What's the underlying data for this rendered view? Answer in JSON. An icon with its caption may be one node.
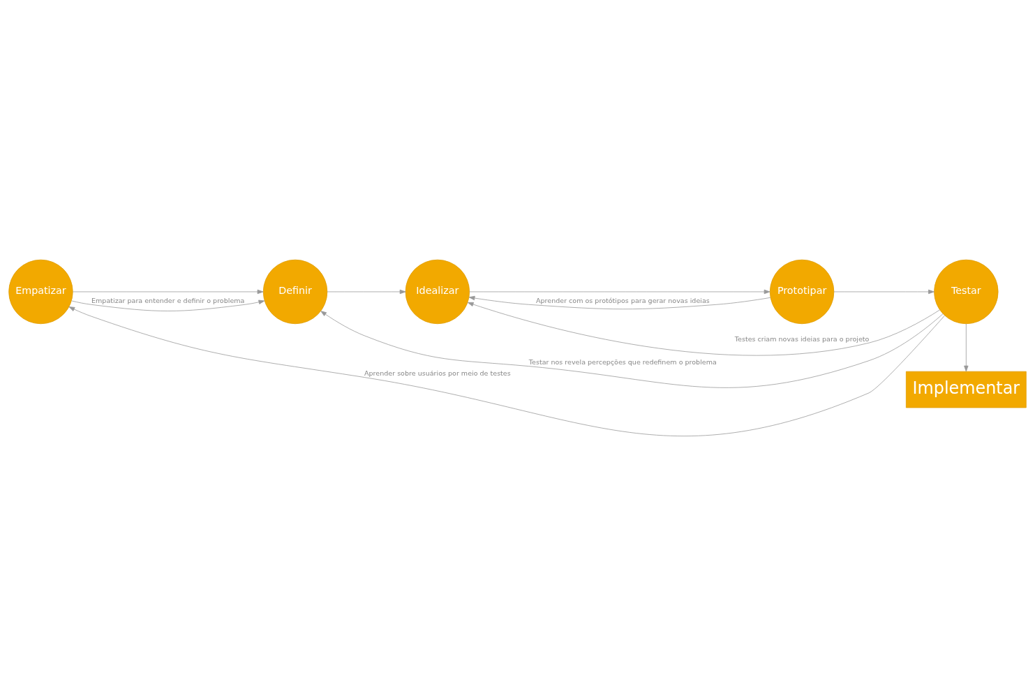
{
  "diagram": {
    "nodes": [
      {
        "text": [
          "Empatizar"
        ]
      },
      {
        "text": [
          "Definir"
        ]
      },
      {
        "text": [
          "Idealizar"
        ]
      },
      {
        "text": [
          "Prototipar"
        ]
      },
      {
        "text": [
          "Testar"
        ]
      },
      {
        "text": [
          "Implementar"
        ]
      }
    ],
    "edges": [
      {
        "from": 0,
        "to": 1,
        "arrow": "to"
      },
      {
        "from": 1,
        "to": 2,
        "arrow": "to"
      },
      {
        "from": 2,
        "to": 3,
        "arrow": "to"
      },
      {
        "from": 3,
        "to": 4,
        "arrow": "to"
      },
      {
        "from": 4,
        "to": 5,
        "arrow": "to"
      },
      {
        "from": 0,
        "to": 1,
        "arrow": "to",
        "label": "Empatizar para entender e definir o problema"
      },
      {
        "from": 4,
        "to": 0,
        "arrow": "to",
        "label": "Aprender sobre usuários por meio de testes"
      },
      {
        "from": 4,
        "to": 2,
        "arrow": "to",
        "label": "Testes criam novas ideias para o projeto"
      },
      {
        "from": 3,
        "to": 2,
        "arrow": "to",
        "label": "Aprender com os protótipos para gerar novas ideias"
      },
      {
        "from": 4,
        "to": 1,
        "arrow": "to",
        "label": "Testar nos revela percepções que redefinem o problema"
      }
    ]
  }
}
